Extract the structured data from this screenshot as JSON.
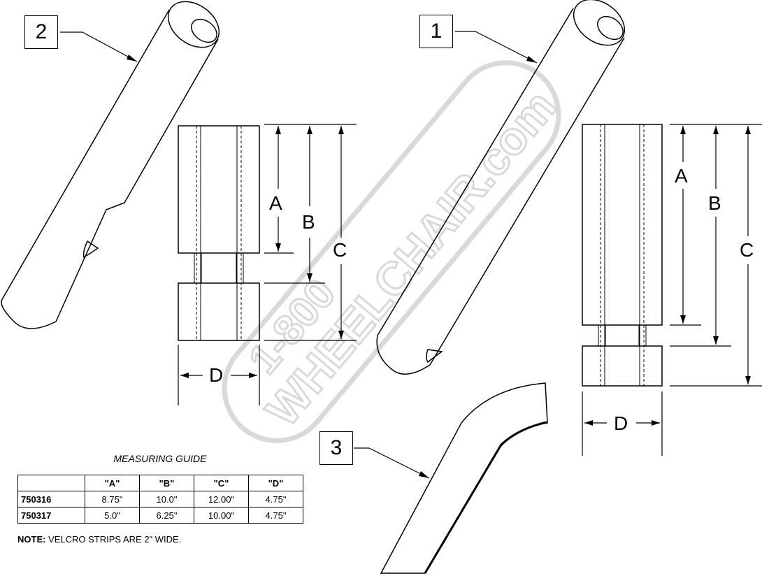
{
  "callouts": {
    "item1": "1",
    "item2": "2",
    "item3": "3"
  },
  "dimensions": {
    "a": "A",
    "b": "B",
    "c": "C",
    "d": "D"
  },
  "guide": {
    "title": "MEASURING GUIDE",
    "headers": [
      "",
      "\"A\"",
      "\"B\"",
      "\"C\"",
      "\"D\""
    ],
    "rows": [
      [
        "750316",
        "8.75\"",
        "10.0\"",
        "12.00\"",
        "4.75\""
      ],
      [
        "750317",
        "5.0\"",
        "6.25\"",
        "10.00\"",
        "4.75\""
      ]
    ]
  },
  "note": {
    "label": "NOTE:",
    "text": " VELCRO STRIPS ARE 2\" WIDE."
  },
  "watermark": {
    "line1": "1-800",
    "line2": "WHEELCHAIR.com"
  }
}
